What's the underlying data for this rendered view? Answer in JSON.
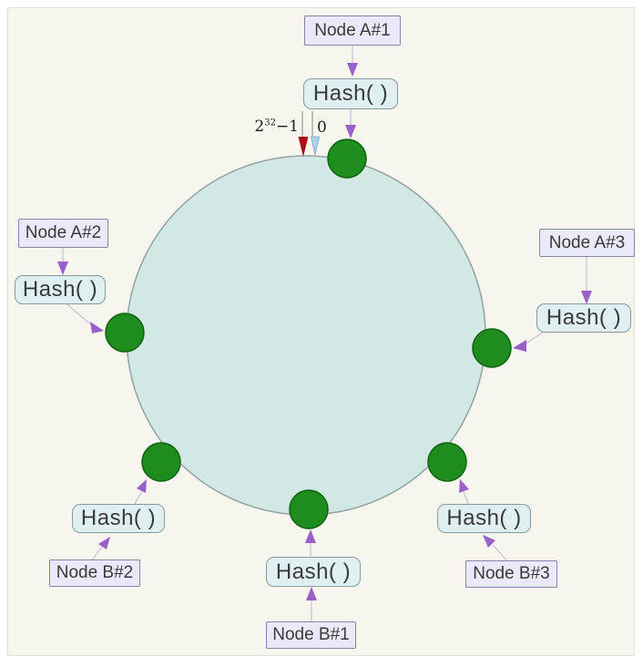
{
  "colors": {
    "page_background": "#f6f5ee",
    "ring_fill": "#d2e8e5",
    "ring_border": "#93a3a3",
    "node_dot_fill": "#1f8c1f",
    "node_dot_border": "#0e640e",
    "node_box_fill": "#e9e9f9",
    "node_box_border": "#8585a8",
    "hash_box_fill": "#e0f0f2",
    "hash_box_border": "#8a9a9c",
    "arrow_line": "#c6c5da",
    "arrow_head_purple": "#9b5fc9",
    "max_marker_red": "#ab0e12",
    "zero_marker_blue": "#a9d2ee",
    "text": "#3a3a3a"
  },
  "ring": {
    "max_label_base": "2",
    "max_label_exp": "32",
    "max_label_rest": "−1",
    "min_label": "0"
  },
  "nodes": [
    {
      "label": "Node A#1",
      "hash_label": "Hash( )"
    },
    {
      "label": "Node A#2",
      "hash_label": "Hash( )"
    },
    {
      "label": "Node A#3",
      "hash_label": "Hash( )"
    },
    {
      "label": "Node B#1",
      "hash_label": "Hash( )"
    },
    {
      "label": "Node B#2",
      "hash_label": "Hash( )"
    },
    {
      "label": "Node B#3",
      "hash_label": "Hash( )"
    }
  ]
}
